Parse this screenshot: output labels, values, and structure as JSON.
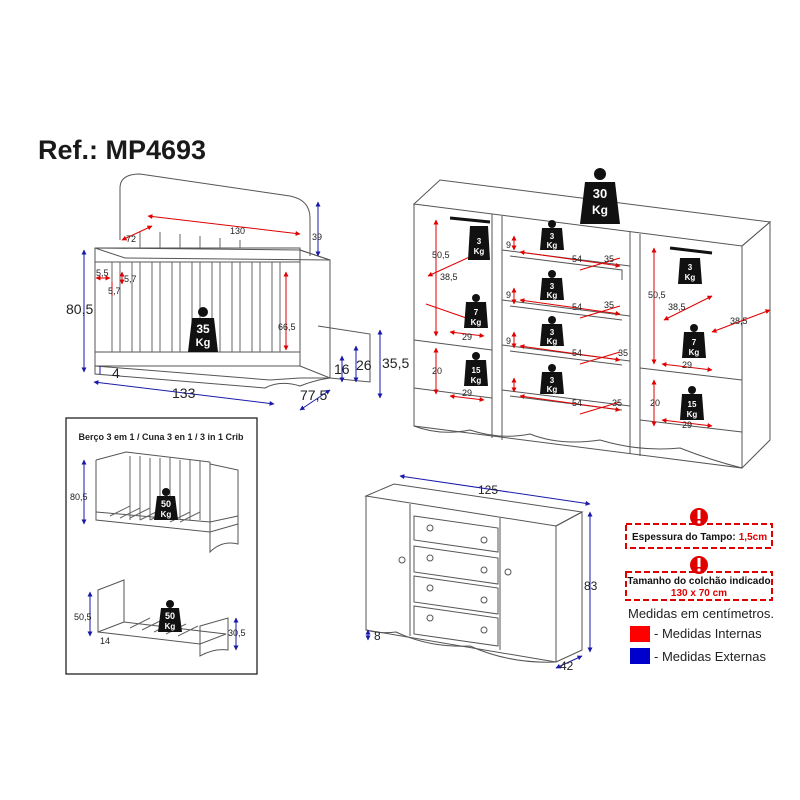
{
  "reference": "Ref.: MP4693",
  "crib": {
    "dims_external": {
      "height": "80,5",
      "length": "133",
      "depth": "77,5",
      "base": "4",
      "h16": "16",
      "h26": "26",
      "h35": "35,5"
    },
    "dims_internal": {
      "inner_length": "130",
      "headboard": "39",
      "side": "72",
      "inner_height": "66,5",
      "a": "5,5",
      "b": "5,7",
      "c": "5,7"
    },
    "weight": {
      "value": "35",
      "unit": "Kg"
    }
  },
  "convertible": {
    "title": "Berço 3 em 1 / Cuna 3 en 1 / 3 in 1 Crib",
    "daybed": {
      "height": "80,5",
      "weight": "50",
      "unit": "Kg"
    },
    "bed": {
      "height": "50,5",
      "foot_height": "30,5",
      "base": "14",
      "weight": "50",
      "unit": "Kg"
    }
  },
  "dresser": {
    "top_weight": {
      "value": "30",
      "unit": "Kg"
    },
    "labels": {
      "left_height": "50,5",
      "left_depth": "38,5",
      "left_lower": "20",
      "left_width": "29",
      "drawer_depth": "9",
      "drawer_width": "54",
      "drawer_inner": "35",
      "right_height": "50,5",
      "right_depth": "38,5",
      "side_depth": "38,5",
      "right_lower": "20",
      "right_width": "29"
    },
    "weights": {
      "hanger_left": "3",
      "hanger_right": "3",
      "drawer": "3",
      "shelf": "7",
      "bottom": "15",
      "unit": "Kg"
    }
  },
  "front_view": {
    "width": "125",
    "height": "83",
    "depth": "42",
    "base": "8"
  },
  "notices": [
    {
      "title": "Espessura do Tampo:",
      "value": "1,5cm"
    },
    {
      "title": "Tamanho do colchão indicado",
      "value": "130 x 70 cm"
    }
  ],
  "legend": {
    "title": "Medidas em centímetros.",
    "items": [
      {
        "label": "- Medidas Internas",
        "color": "#ff0000"
      },
      {
        "label": "- Medidas Externas",
        "color": "#0000cc"
      }
    ]
  },
  "colors": {
    "internal": "#e00000",
    "external": "#1a1aaa",
    "outline": "#555555"
  }
}
